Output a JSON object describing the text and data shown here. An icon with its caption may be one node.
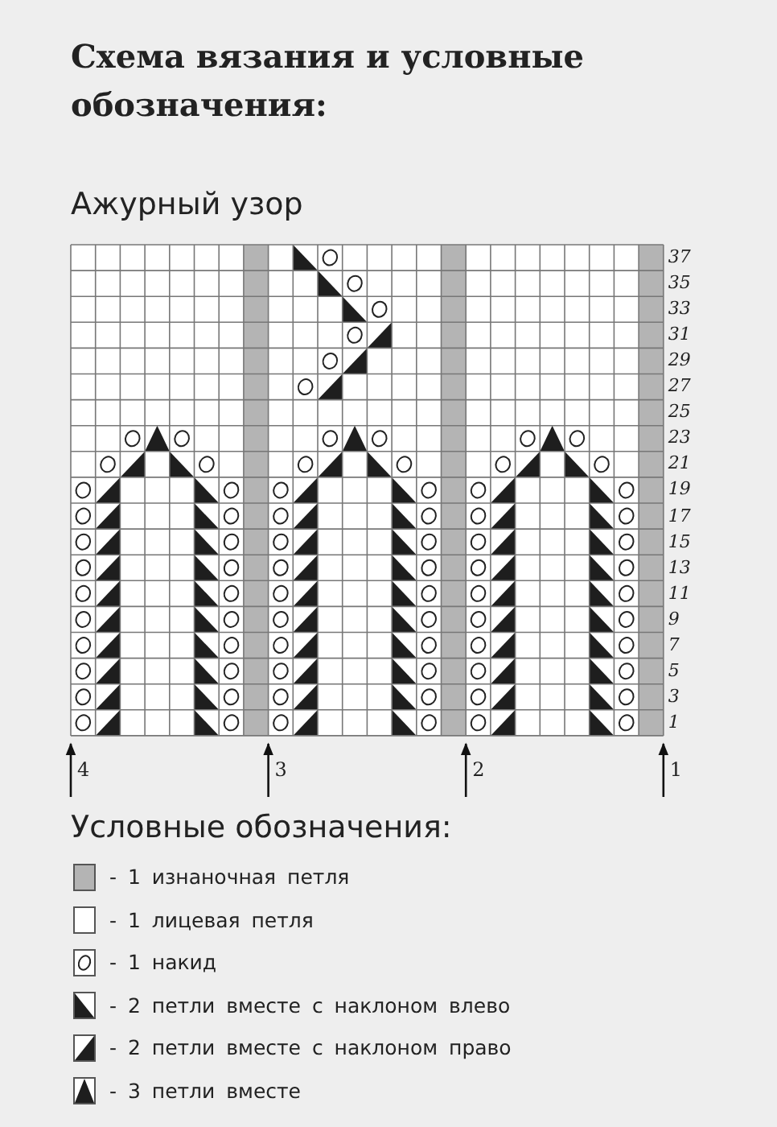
{
  "diagram": {
    "title": "Схема вязания и условные обозначения:",
    "labels": [
      "Ажурный узор",
      "37",
      "35",
      "33",
      "31",
      "29",
      "27",
      "25",
      "23",
      "21",
      "19",
      "17",
      "15",
      "13",
      "11",
      "9",
      "7",
      "5",
      "3",
      "1",
      "4",
      "3",
      "2",
      "1",
      "Условные обозначения:"
    ],
    "legend": [
      {
        "text": "- 1 изнаночная петля",
        "color": "#b4b4b4"
      },
      {
        "text": "- 1 лицевая петля",
        "color": "#ffffff"
      },
      {
        "text": "- 1 накид"
      },
      {
        "text": "- 2 петли вместе с наклоном влево"
      },
      {
        "text": "- 2 петли вместе с наклоном право"
      },
      {
        "text": "- 3 петли вместе"
      }
    ]
  }
}
